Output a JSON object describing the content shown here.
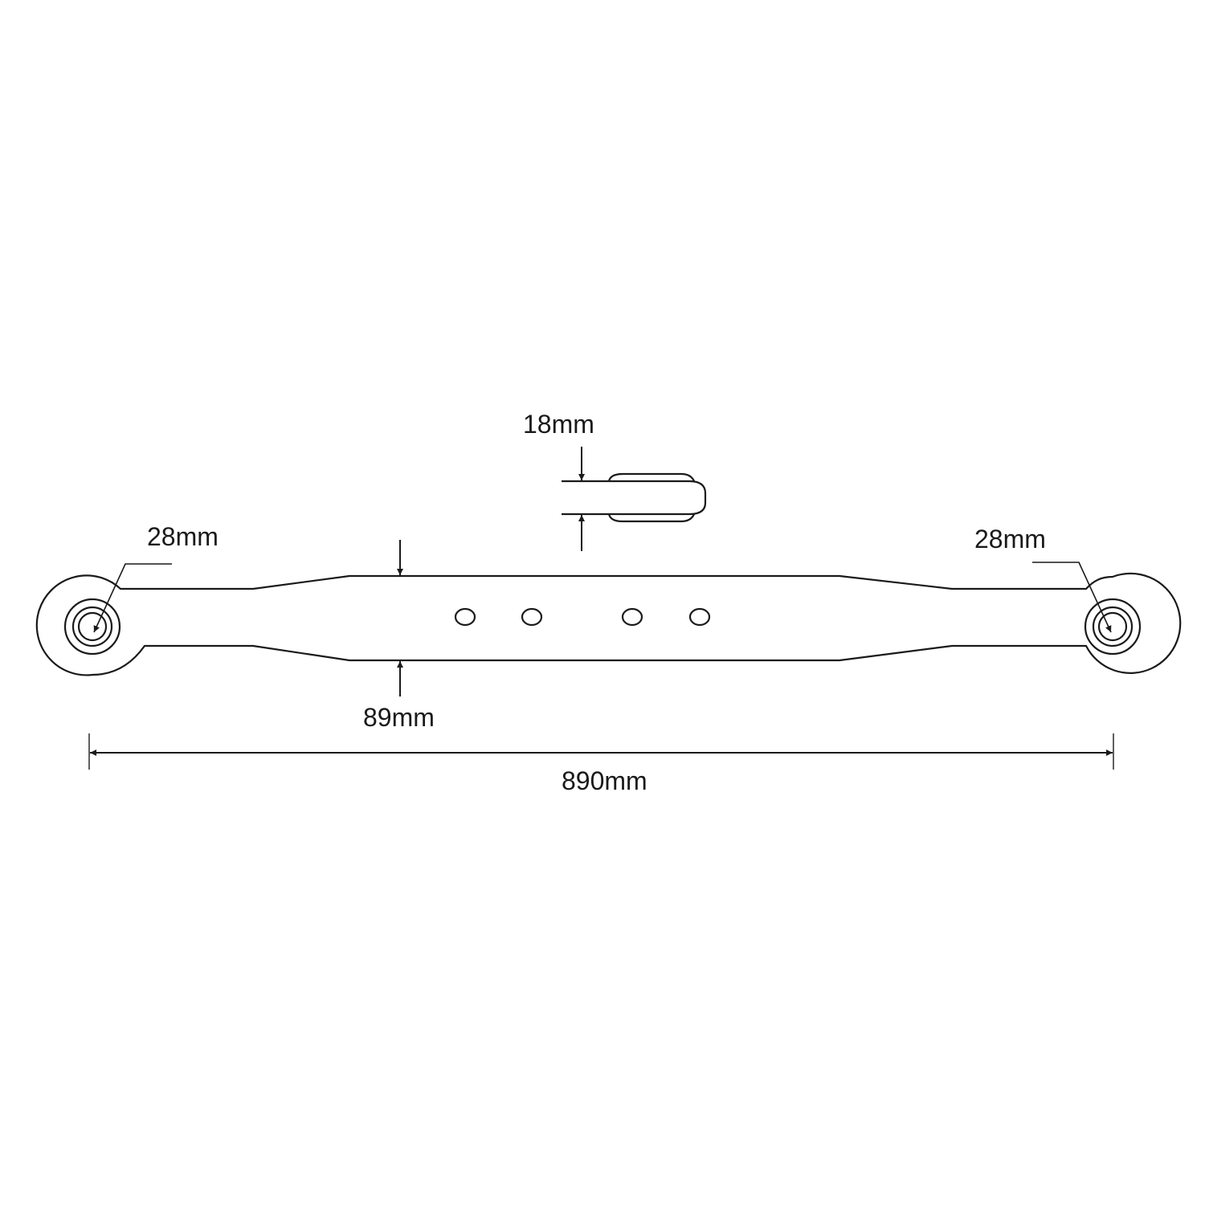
{
  "diagram": {
    "type": "technical-dimension-drawing",
    "subject": "lower link arm",
    "colors": {
      "line": "#1a1a1a",
      "background": "#ffffff"
    }
  },
  "dimensions": {
    "left_eye_diameter": "28mm",
    "right_eye_diameter": "28mm",
    "thickness": "18mm",
    "bar_width": "89mm",
    "overall_length": "890mm"
  },
  "features": {
    "holes": 4,
    "eyes": 2
  }
}
